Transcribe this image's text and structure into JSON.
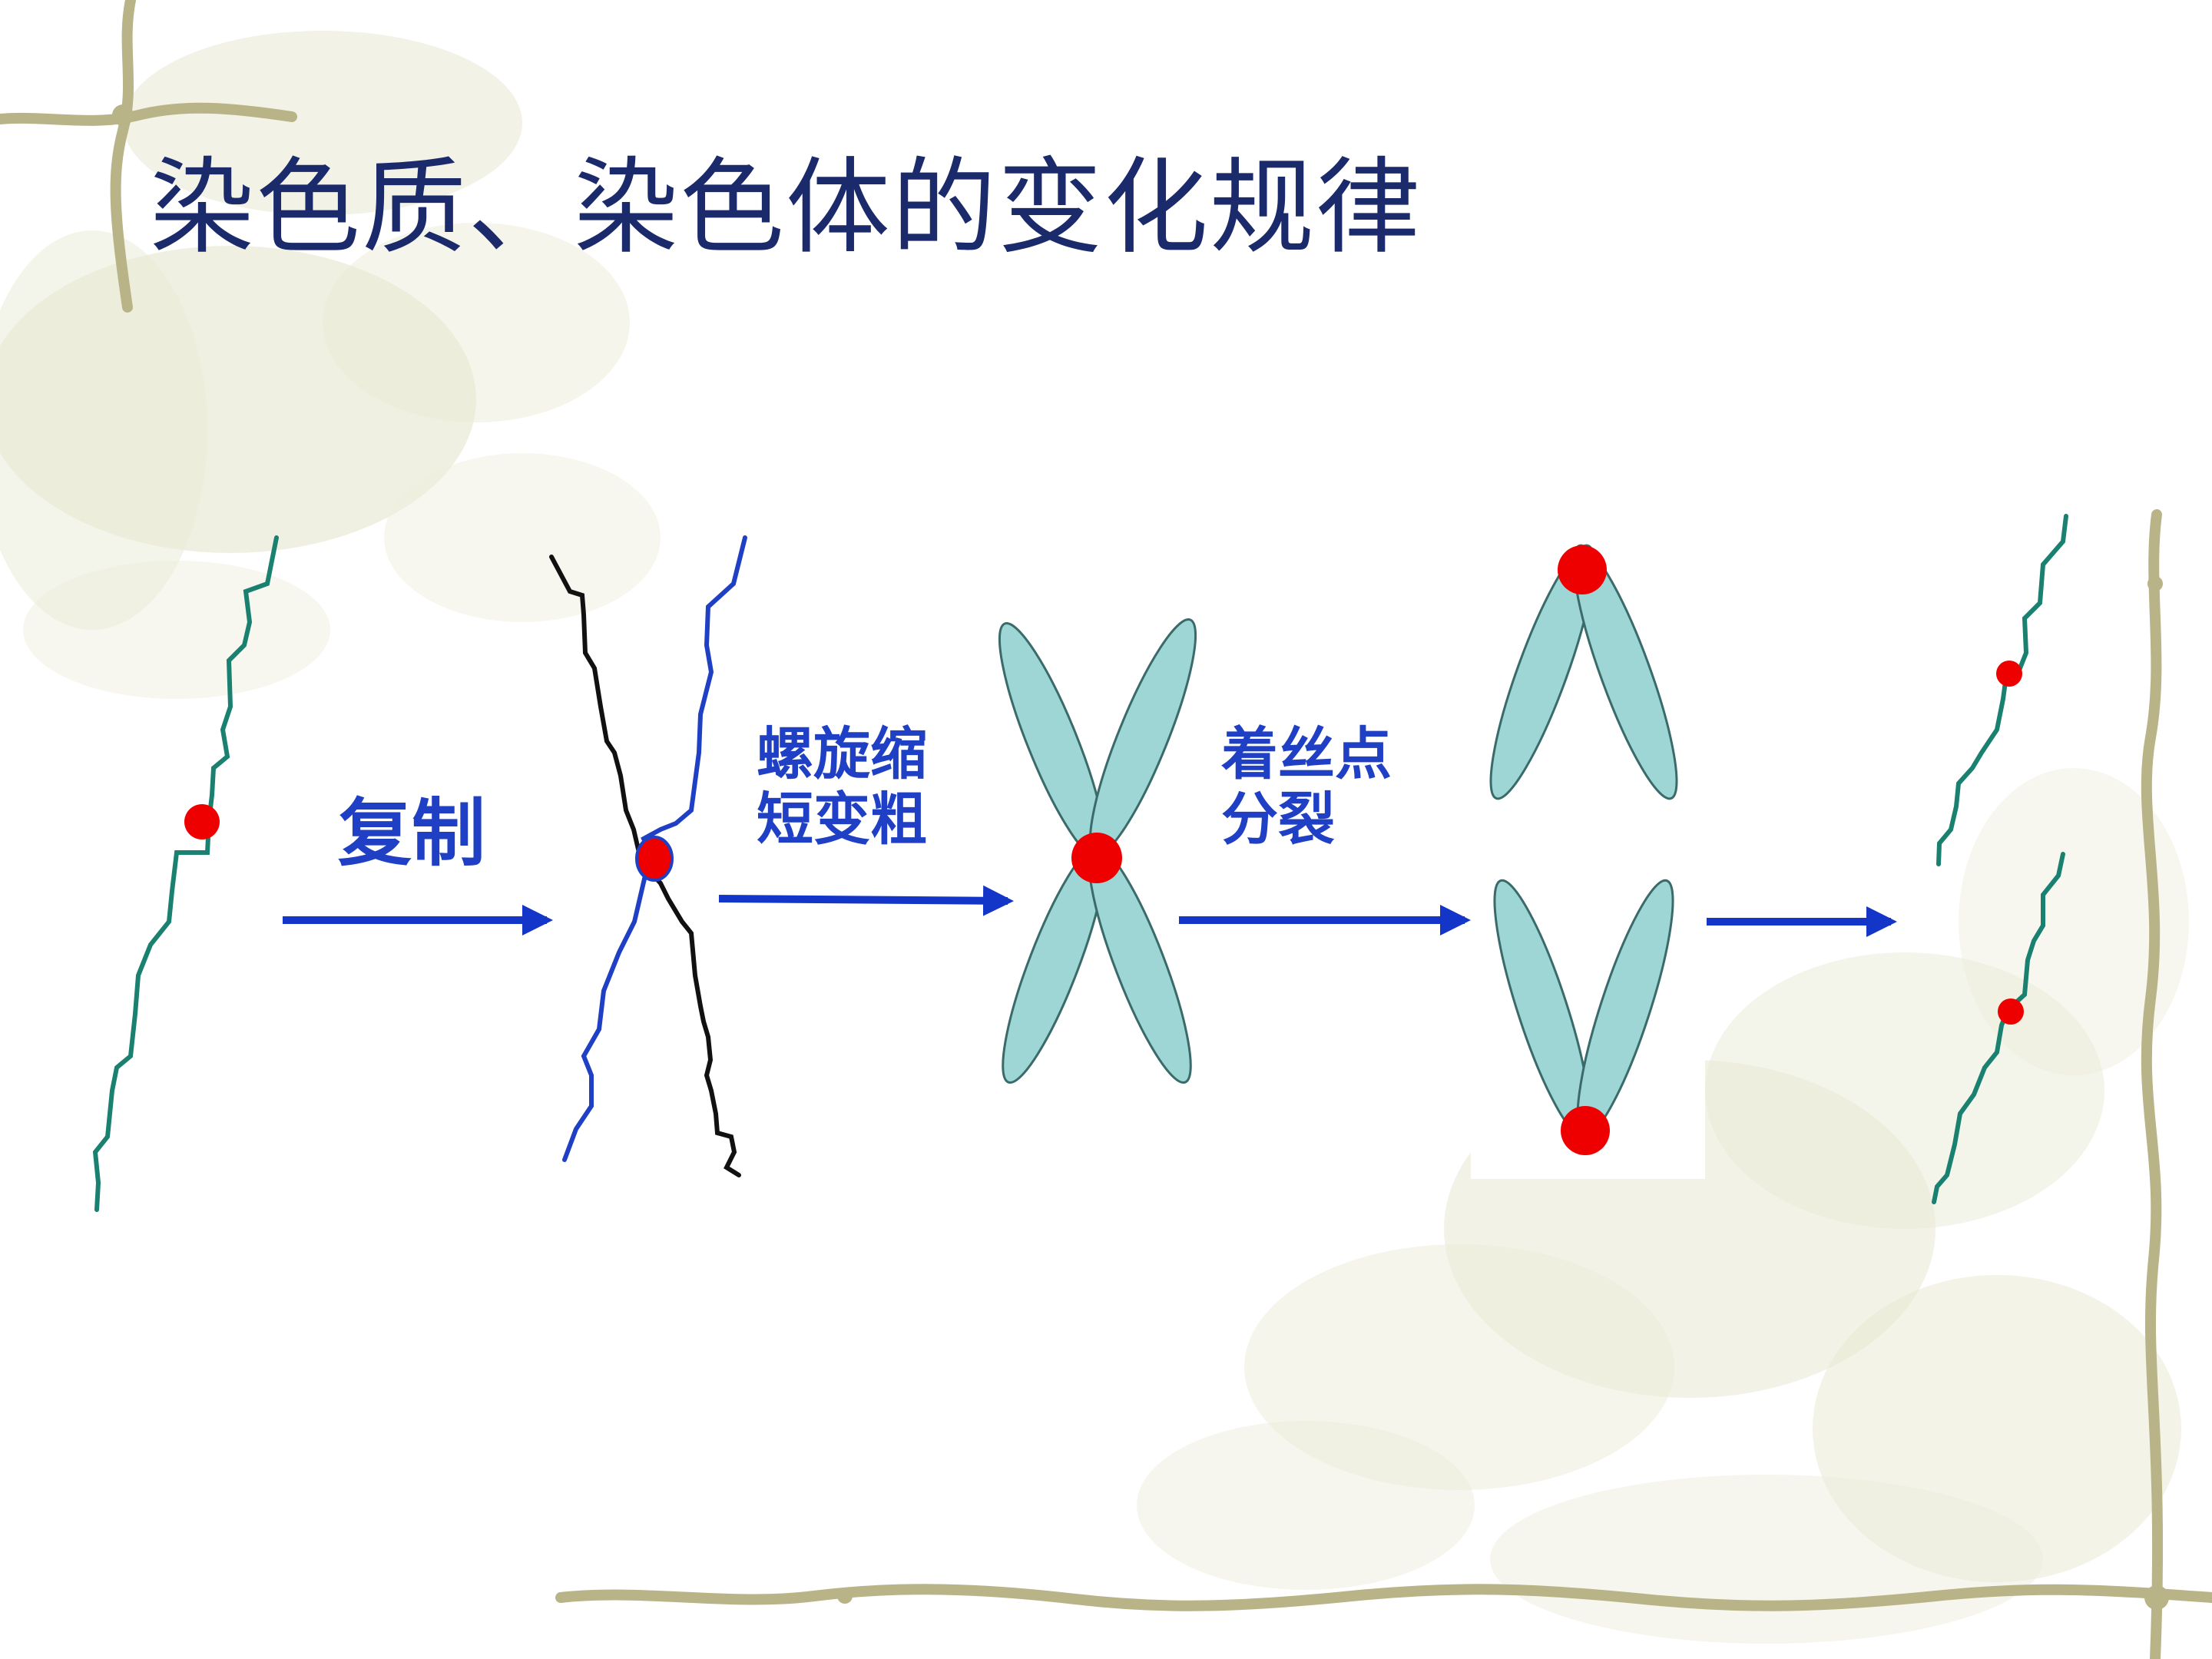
{
  "slide": {
    "title": "染色质、染色体的变化规律"
  },
  "labels": {
    "replication": "复制",
    "condense": [
      "螺旋缩",
      "短变粗"
    ],
    "centromere_split": [
      "着丝点",
      "分裂"
    ]
  },
  "colors": {
    "title": "#1b2a6b",
    "label": "#1f3fc4",
    "arrow": "#1436c8",
    "chromatin_teal": "#1a8070",
    "chromatin_blue": "#1f3fc4",
    "chromatin_black": "#111111",
    "chromatid_fill": "#9ed6d6",
    "chromatid_stroke": "#3a6a6a",
    "centromere": "#ee0000",
    "vine": "#b8b488",
    "background_blob": "#d8d9b4"
  }
}
